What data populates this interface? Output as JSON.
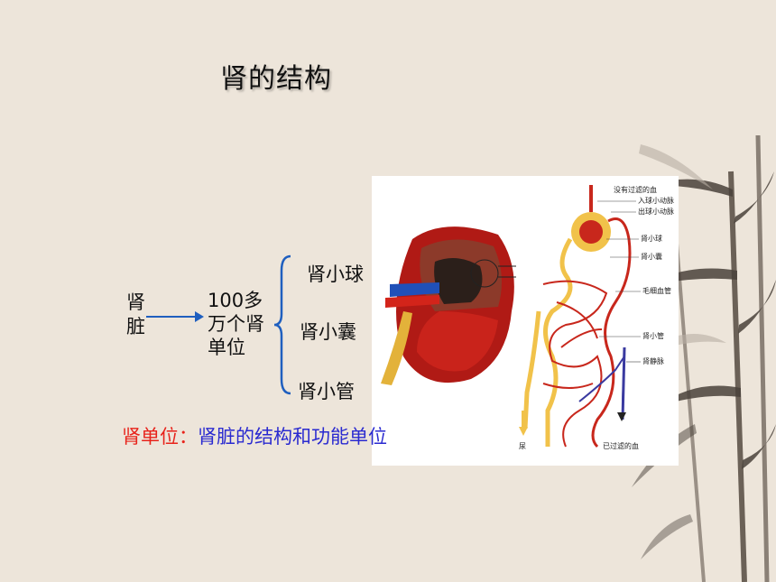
{
  "title": "肾的结构",
  "kidney_label": "肾\n脏",
  "nephron_count": "100多万个肾单位",
  "parts": [
    "肾小球",
    "肾小囊",
    "肾小管"
  ],
  "definition": {
    "term": "肾单位：",
    "text": "肾脏的结构和功能单位"
  },
  "diagram_labels": {
    "unfiltered_blood": "没有过滤的血",
    "afferent_arteriole": "入球小动脉",
    "efferent_arteriole": "出球小动脉",
    "glomerulus": "肾小球",
    "capsule": "肾小囊",
    "capillaries": "毛细血管",
    "tubule": "肾小管",
    "renal_vein": "肾静脉",
    "urine": "尿",
    "filtered_blood": "已过滤的血"
  },
  "colors": {
    "definition_term": "#e8221a",
    "definition_text": "#2a2ad0",
    "connector": "#1f5fbf"
  }
}
